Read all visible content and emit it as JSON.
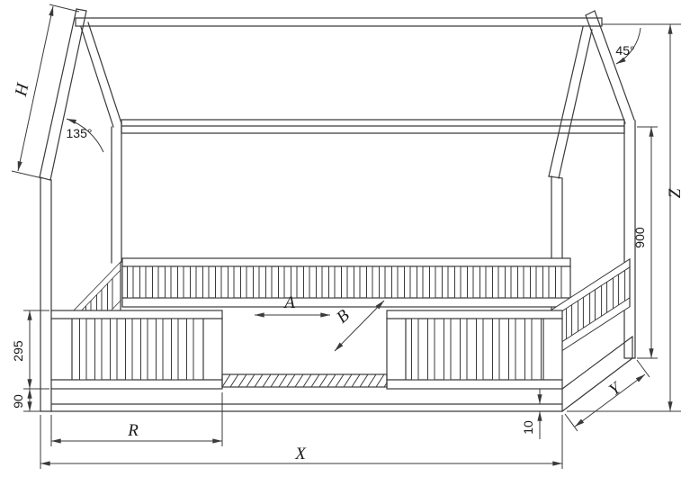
{
  "drawing": {
    "colors": {
      "line": "#3a3a3a",
      "background": "#ffffff",
      "label": "#1a1a1a"
    },
    "labels": {
      "h": "H",
      "angle_left": "135°",
      "angle_right": "45°",
      "z": "Z",
      "back_post_height": "900",
      "rail_height": "295",
      "base_height": "90",
      "r": "R",
      "x": "X",
      "y": "Y",
      "foot_gap": "10",
      "a": "A",
      "b": "B"
    }
  }
}
